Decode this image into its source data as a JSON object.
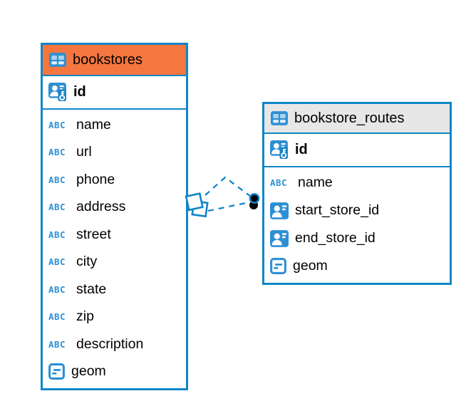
{
  "colors": {
    "table_border": "#1086c8",
    "bookstores_header": "#f5763e",
    "routes_header": "#e7e7e7",
    "icon_blue": "#2e90d4",
    "connector_blue": "#1086c8",
    "text": "#000000",
    "background": "#ffffff"
  },
  "icons": {
    "abc_label": "ABC"
  },
  "tables": [
    {
      "title": "bookstores",
      "header_icon": "table-icon",
      "key_column": {
        "label": "id",
        "icon": "person-key-icon"
      },
      "columns": [
        {
          "label": "name",
          "icon": "abc-icon"
        },
        {
          "label": "url",
          "icon": "abc-icon"
        },
        {
          "label": "phone",
          "icon": "abc-icon"
        },
        {
          "label": "address",
          "icon": "abc-icon"
        },
        {
          "label": "street",
          "icon": "abc-icon"
        },
        {
          "label": "city",
          "icon": "abc-icon"
        },
        {
          "label": "state",
          "icon": "abc-icon"
        },
        {
          "label": "zip",
          "icon": "abc-icon"
        },
        {
          "label": "description",
          "icon": "abc-icon"
        },
        {
          "label": "geom",
          "icon": "geometry-icon"
        }
      ]
    },
    {
      "title": "bookstore_routes",
      "header_icon": "table-icon",
      "key_column": {
        "label": "id",
        "icon": "person-key-icon"
      },
      "columns": [
        {
          "label": "name",
          "icon": "abc-icon"
        },
        {
          "label": "start_store_id",
          "icon": "person-icon"
        },
        {
          "label": "end_store_id",
          "icon": "person-icon"
        },
        {
          "label": "geom",
          "icon": "geometry-icon"
        }
      ]
    }
  ],
  "relationship": {
    "style": "dashed",
    "line_count": 2,
    "left_endpoint": "stacked-squares",
    "right_endpoint": "stacked-dots"
  }
}
